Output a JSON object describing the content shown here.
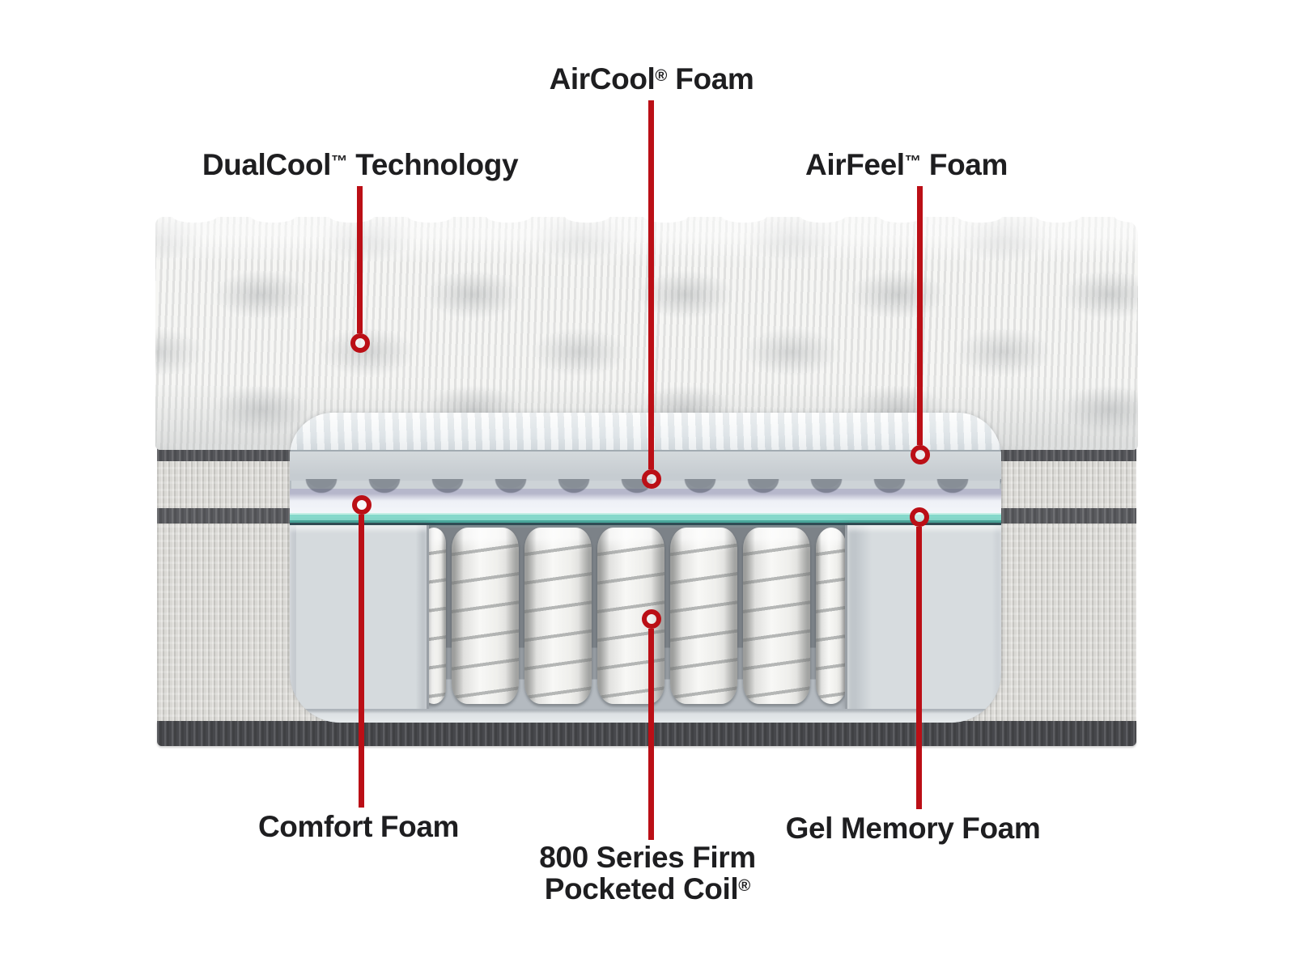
{
  "colors": {
    "accent_red": "#bb0f16",
    "label_text": "#1e1e20",
    "gel_teal": "#86d8cb"
  },
  "callouts": {
    "aircool": {
      "pre": "AirCool",
      "mark": "®",
      "post": " Foam"
    },
    "dualcool": {
      "pre": "DualCool",
      "mark": "™",
      "post": " Technology"
    },
    "airfeel": {
      "pre": "AirFeel",
      "mark": "™",
      "post": " Foam"
    },
    "comfort": {
      "pre": "Comfort Foam",
      "mark": "",
      "post": ""
    },
    "coil": {
      "line1": "800 Series Firm",
      "line2": "Pocketed Coil",
      "mark": "®"
    },
    "gel": {
      "pre": "Gel Memory Foam",
      "mark": "",
      "post": ""
    }
  }
}
